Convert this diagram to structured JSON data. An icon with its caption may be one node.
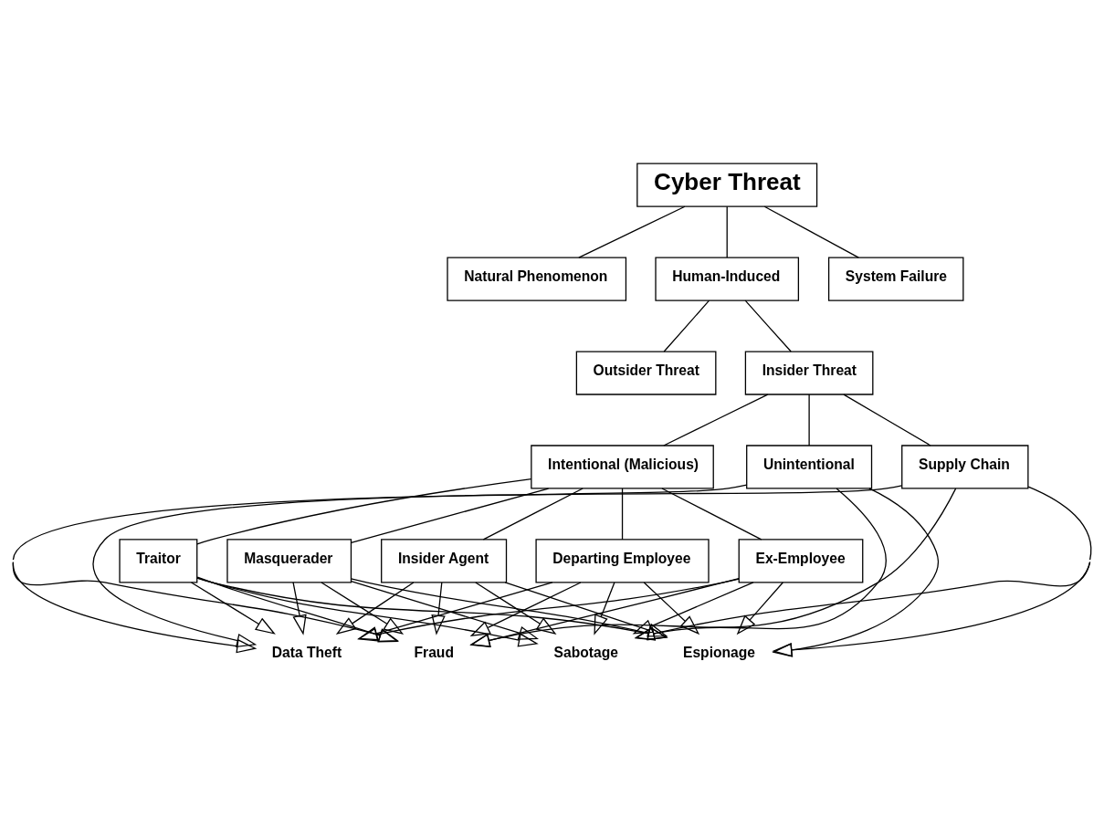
{
  "diagram": {
    "nodes": [
      {
        "text": [
          "Cyber Threat"
        ]
      },
      {
        "text": [
          "Natural Phenomenon"
        ]
      },
      {
        "text": [
          "Human-Induced"
        ]
      },
      {
        "text": [
          "System Failure"
        ]
      },
      {
        "text": [
          "Outsider Threat"
        ]
      },
      {
        "text": [
          "Insider Threat"
        ]
      },
      {
        "text": [
          "Intentional (Malicious)"
        ]
      },
      {
        "text": [
          "Unintentional"
        ]
      },
      {
        "text": [
          "Supply Chain"
        ]
      },
      {
        "text": [
          "Traitor"
        ]
      },
      {
        "text": [
          "Masquerader"
        ]
      },
      {
        "text": [
          "Insider Agent"
        ]
      },
      {
        "text": [
          "Departing Employee"
        ]
      },
      {
        "text": [
          "Ex-Employee"
        ]
      },
      {
        "text": [
          "Data Theft"
        ]
      },
      {
        "text": [
          "Fraud"
        ]
      },
      {
        "text": [
          "Sabotage"
        ]
      },
      {
        "text": [
          "Espionage"
        ]
      }
    ],
    "edges": [
      {
        "from": 0,
        "to": 1,
        "arrow": "none"
      },
      {
        "from": 0,
        "to": 2,
        "arrow": "none"
      },
      {
        "from": 0,
        "to": 3,
        "arrow": "none"
      },
      {
        "from": 2,
        "to": 4,
        "arrow": "none"
      },
      {
        "from": 2,
        "to": 5,
        "arrow": "none"
      },
      {
        "from": 5,
        "to": 6,
        "arrow": "none"
      },
      {
        "from": 5,
        "to": 7,
        "arrow": "none"
      },
      {
        "from": 5,
        "to": 8,
        "arrow": "none"
      },
      {
        "from": 6,
        "to": 9,
        "arrow": "none"
      },
      {
        "from": 6,
        "to": 10,
        "arrow": "none"
      },
      {
        "from": 6,
        "to": 11,
        "arrow": "none"
      },
      {
        "from": 6,
        "to": 12,
        "arrow": "none"
      },
      {
        "from": 6,
        "to": 13,
        "arrow": "none"
      },
      {
        "from": 9,
        "to": 14,
        "arrow": "to"
      },
      {
        "from": 9,
        "to": 15,
        "arrow": "to"
      },
      {
        "from": 9,
        "to": 16,
        "arrow": "to"
      },
      {
        "from": 9,
        "to": 17,
        "arrow": "to"
      },
      {
        "from": 10,
        "to": 14,
        "arrow": "to"
      },
      {
        "from": 10,
        "to": 15,
        "arrow": "to"
      },
      {
        "from": 10,
        "to": 16,
        "arrow": "to"
      },
      {
        "from": 10,
        "to": 17,
        "arrow": "to"
      },
      {
        "from": 11,
        "to": 14,
        "arrow": "to"
      },
      {
        "from": 11,
        "to": 15,
        "arrow": "to"
      },
      {
        "from": 11,
        "to": 16,
        "arrow": "to"
      },
      {
        "from": 11,
        "to": 17,
        "arrow": "to"
      },
      {
        "from": 12,
        "to": 14,
        "arrow": "to"
      },
      {
        "from": 12,
        "to": 15,
        "arrow": "to"
      },
      {
        "from": 12,
        "to": 16,
        "arrow": "to"
      },
      {
        "from": 12,
        "to": 17,
        "arrow": "to"
      },
      {
        "from": 13,
        "to": 14,
        "arrow": "to"
      },
      {
        "from": 13,
        "to": 15,
        "arrow": "to"
      },
      {
        "from": 13,
        "to": 16,
        "arrow": "to"
      },
      {
        "from": 13,
        "to": 17,
        "arrow": "to"
      },
      {
        "from": 7,
        "to": 14,
        "arrow": "to"
      },
      {
        "from": 7,
        "to": 15,
        "arrow": "to"
      },
      {
        "from": 7,
        "to": 16,
        "arrow": "to"
      },
      {
        "from": 7,
        "to": 17,
        "arrow": "to"
      },
      {
        "from": 8,
        "to": 14,
        "arrow": "to"
      },
      {
        "from": 8,
        "to": 15,
        "arrow": "to"
      },
      {
        "from": 8,
        "to": 16,
        "arrow": "to"
      },
      {
        "from": 8,
        "to": 17,
        "arrow": "to"
      }
    ]
  }
}
